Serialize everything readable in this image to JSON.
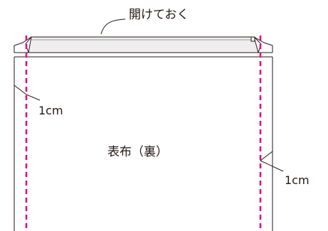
{
  "labels": {
    "opening": "開けておく",
    "fabric": "表布（裏）",
    "margin_left": "1cm",
    "margin_right": "1cm"
  },
  "colors": {
    "stroke": "#231815",
    "stitch": "#e4007f",
    "fold_fill": "#eeeeee"
  }
}
